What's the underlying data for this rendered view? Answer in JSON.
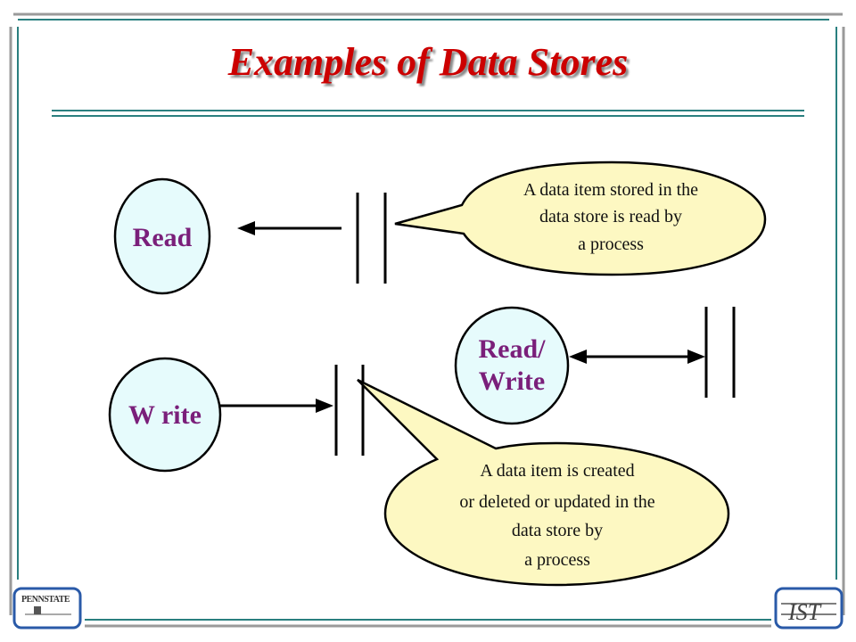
{
  "title": "Examples of Data Stores",
  "nodes": {
    "read": "Read",
    "write": "W rite",
    "readwrite_line1": "Read/",
    "readwrite_line2": "Write"
  },
  "callouts": {
    "read": [
      "A data item stored in the",
      "data store is read by",
      "a process"
    ],
    "write": [
      "A data item is created",
      "or deleted or updated in the",
      "data store  by",
      "a process"
    ]
  },
  "logos": {
    "left": "PENNSTATE",
    "right": "IST"
  },
  "colors": {
    "frame": "#2a7f7f",
    "title": "#cc0000",
    "node_fill": "#e6fbfc",
    "node_text": "#7a1f7a",
    "callout_fill": "#fdf8c2"
  }
}
